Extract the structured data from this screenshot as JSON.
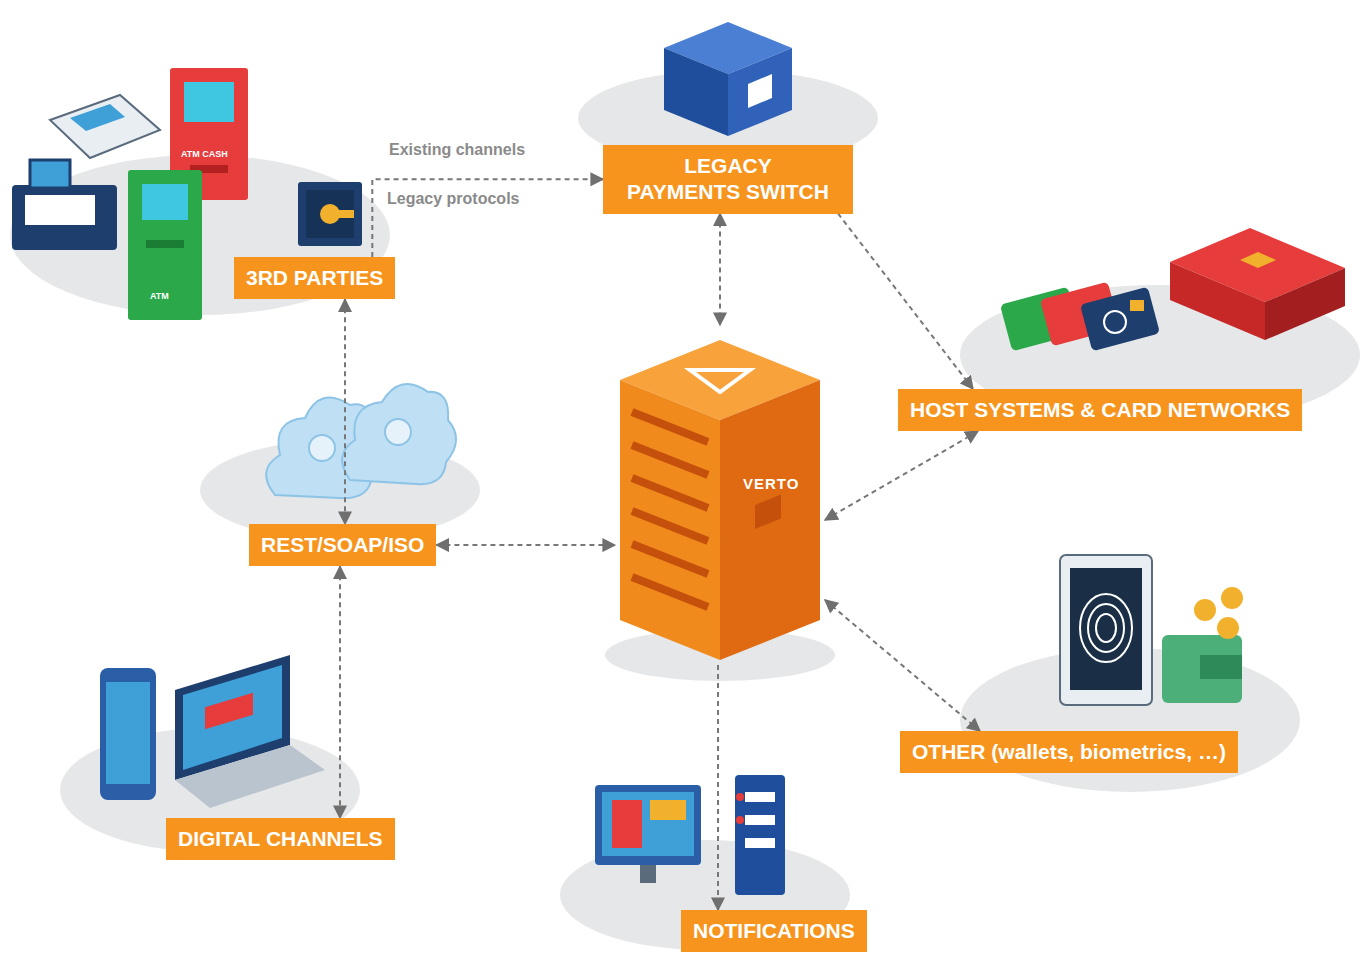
{
  "diagram": {
    "nodes": [
      {
        "text": [
          "LEGACY PAYMENTS SWITCH"
        ]
      },
      {
        "text": [
          "3RD PARTIES"
        ]
      },
      {
        "text": [
          "HOST SYSTEMS & CARD NETWORKS"
        ]
      },
      {
        "text": [
          "REST/SOAP/ISO"
        ]
      },
      {
        "text": [
          "VERTO"
        ]
      },
      {
        "text": [
          "OTHER (wallets, biometrics, …)"
        ]
      },
      {
        "text": [
          "DIGITAL CHANNELS"
        ]
      },
      {
        "text": [
          "NOTIFICATIONS"
        ]
      }
    ],
    "edges": [
      {
        "from": 1,
        "to": 0,
        "label": "Existing channels",
        "arrow": "to"
      },
      {
        "from": 0,
        "to": 4,
        "arrow": "both"
      },
      {
        "from": 0,
        "to": 2,
        "arrow": "to"
      },
      {
        "from": 1,
        "to": 3,
        "arrow": "both"
      },
      {
        "from": 3,
        "to": 4,
        "arrow": "both"
      },
      {
        "from": 3,
        "to": 6,
        "arrow": "both"
      },
      {
        "from": 4,
        "to": 2,
        "arrow": "both"
      },
      {
        "from": 4,
        "to": 5,
        "arrow": "both"
      },
      {
        "from": 4,
        "to": 7,
        "arrow": "to"
      }
    ],
    "labels": [
      "Legacy protocols",
      "ATM CASH",
      "ATM"
    ]
  }
}
